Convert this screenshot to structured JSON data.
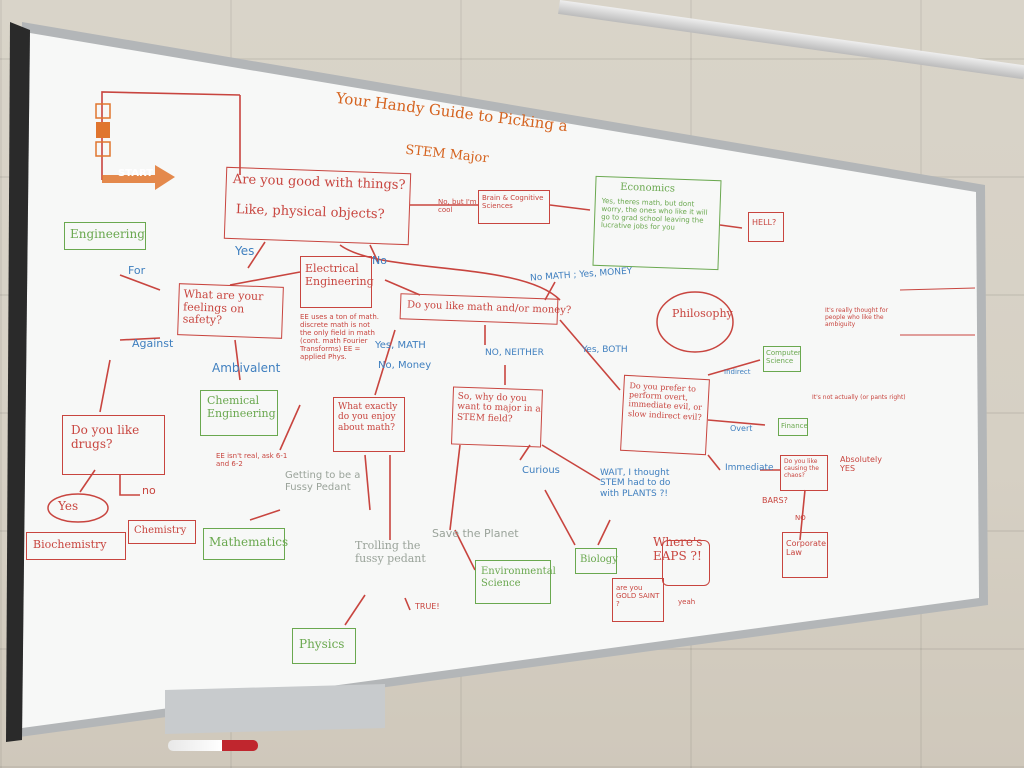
{
  "title_line1": "Your Handy Guide to Picking a",
  "title_line2": "STEM Major",
  "start": "START",
  "q_things_1": "Are you good with things?",
  "q_things_2": "Like, physical objects?",
  "no_but_cool": "No, but I'm cool",
  "brain": "Brain & Cognitive Sciences",
  "economics_title": "Economics",
  "economics_body": "Yes, theres math, but dont worry, the ones who like it will go to grad school leaving the lucrative jobs for you",
  "hell": "HELL?",
  "engineering": "Engineering",
  "for": "For",
  "yes": "Yes",
  "no": "No",
  "electrical": "Electrical Engineering",
  "q_safety": "What are your feelings on safety?",
  "no_math_yes_money": "No MATH ; Yes, MONEY",
  "q_math_money": "Do you like math and/or money?",
  "philosophy": "Philosophy",
  "against": "Against",
  "ambivalent": "Ambivalent",
  "ee_note": "EE uses a ton of math. discrete math is not the only field in math (cont. math Fourier Transforms) EE = applied Phys.",
  "yes_math": "Yes, MATH",
  "no_money": "No, Money",
  "no_neither": "NO, NEITHER",
  "yes_both": "Yes, BOTH",
  "computer_science": "Computer Science",
  "chemical": "Chemical Engineering",
  "q_what_math": "What exactly do you enjoy about math?",
  "q_why": "So, why do you want to major in a STEM field?",
  "q_evil": "Do you prefer to perform overt, immediate evil, or slow indirect evil?",
  "indirect": "Indirect",
  "overt": "Overt",
  "finance": "Finance",
  "q_drugs": "Do you like drugs?",
  "ee_isnt_real": "EE isn't real, ask 6-1 and 6-2",
  "getting_pedant": "Getting to be a Fussy Pedant",
  "curious": "Curious",
  "wait_note": "WAIT, I thought STEM had to do with PLANTS ?!",
  "immediate": "Immediate",
  "q_chaos": "Do you like causing the chaos?",
  "yes_circle": "Yes",
  "arrow_no": "no",
  "chemistry": "Chemistry",
  "biochemistry": "Biochemistry",
  "mathematics": "Mathematics",
  "save_planet": "Save the Planet",
  "trolling": "Trolling the fussy pedant",
  "true": "TRUE!",
  "environmental": "Environmental Science",
  "biology": "Biology",
  "wheres": "Where's EAPS ?!",
  "are_you": "are you GOLD SAINT ?",
  "yeah": "yeah",
  "corporate_law": "Corporate Law",
  "physics": "Physics",
  "absolutely_yes": "Absolutely YES",
  "bars": "BARS?",
  "no_lower": "NO",
  "side_note": "It's not actually (or pants right)",
  "philosophy_note": "It's really thought for people who like the ambiguity"
}
